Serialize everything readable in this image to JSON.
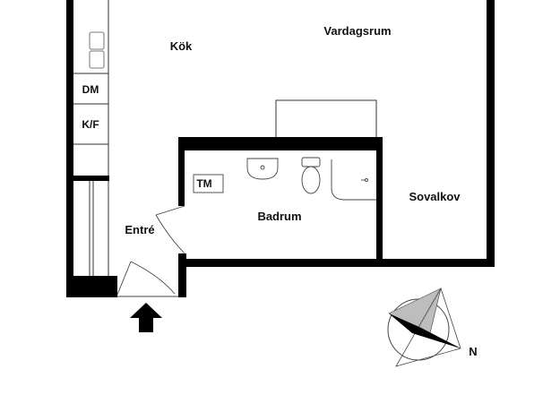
{
  "rooms": {
    "kitchen": "Kök",
    "living_room": "Vardagsrum",
    "sleeping_alcove": "Sovalkov",
    "bathroom": "Badrum",
    "entrance": "Entré"
  },
  "appliances": {
    "dishwasher": "DM",
    "fridge_freezer": "K/F",
    "washing_machine": "TM"
  },
  "compass": {
    "north_label": "N"
  },
  "colors": {
    "wall": "#000000",
    "thin_line": "#333333",
    "background": "#ffffff",
    "compass_light": "#bdbdbd"
  },
  "icons": {
    "entrance_arrow": "arrow-up-icon",
    "compass": "compass-rose-icon"
  }
}
